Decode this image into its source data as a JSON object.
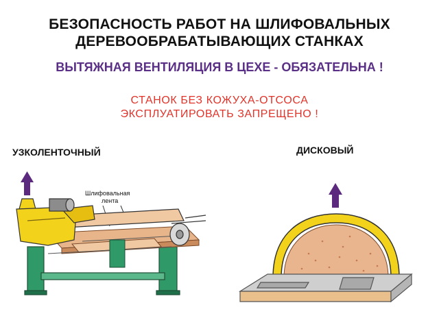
{
  "title": {
    "line1": "БЕЗОПАСНОСТЬ РАБОТ НА ШЛИФОВАЛЬНЫХ",
    "line2": "ДЕРЕВООБРАБАТЫВАЮЩИХ СТАНКАХ"
  },
  "subtitle": "ВЫТЯЖНАЯ ВЕНТИЛЯЦИЯ В ЦЕХЕ - ОБЯЗАТЕЛЬНА !",
  "warning": {
    "line1": "СТАНОК БЕЗ КОЖУХА-ОТСОСА",
    "line2": "ЭКСПЛУАТИРОВАТЬ ЗАПРЕЩЕНО !"
  },
  "machines": {
    "belt": {
      "label": "УЗКОЛЕНТОЧНЫЙ",
      "callout_line1": "Шлифовальная",
      "callout_line2": "лента"
    },
    "disc": {
      "label": "ДИСКОВЫЙ"
    }
  },
  "colors": {
    "title": "#111111",
    "subtitle": "#5a2f86",
    "warning": "#e0342a",
    "arrow": "#5b2a7e",
    "hood_yellow": "#f2d21a",
    "frame_green": "#2f9a68",
    "wood": "#e8b58a",
    "disc": "#e9b58e"
  },
  "icons": [
    "air-exhaust-arrow-icon",
    "air-exhaust-arrow-icon"
  ]
}
